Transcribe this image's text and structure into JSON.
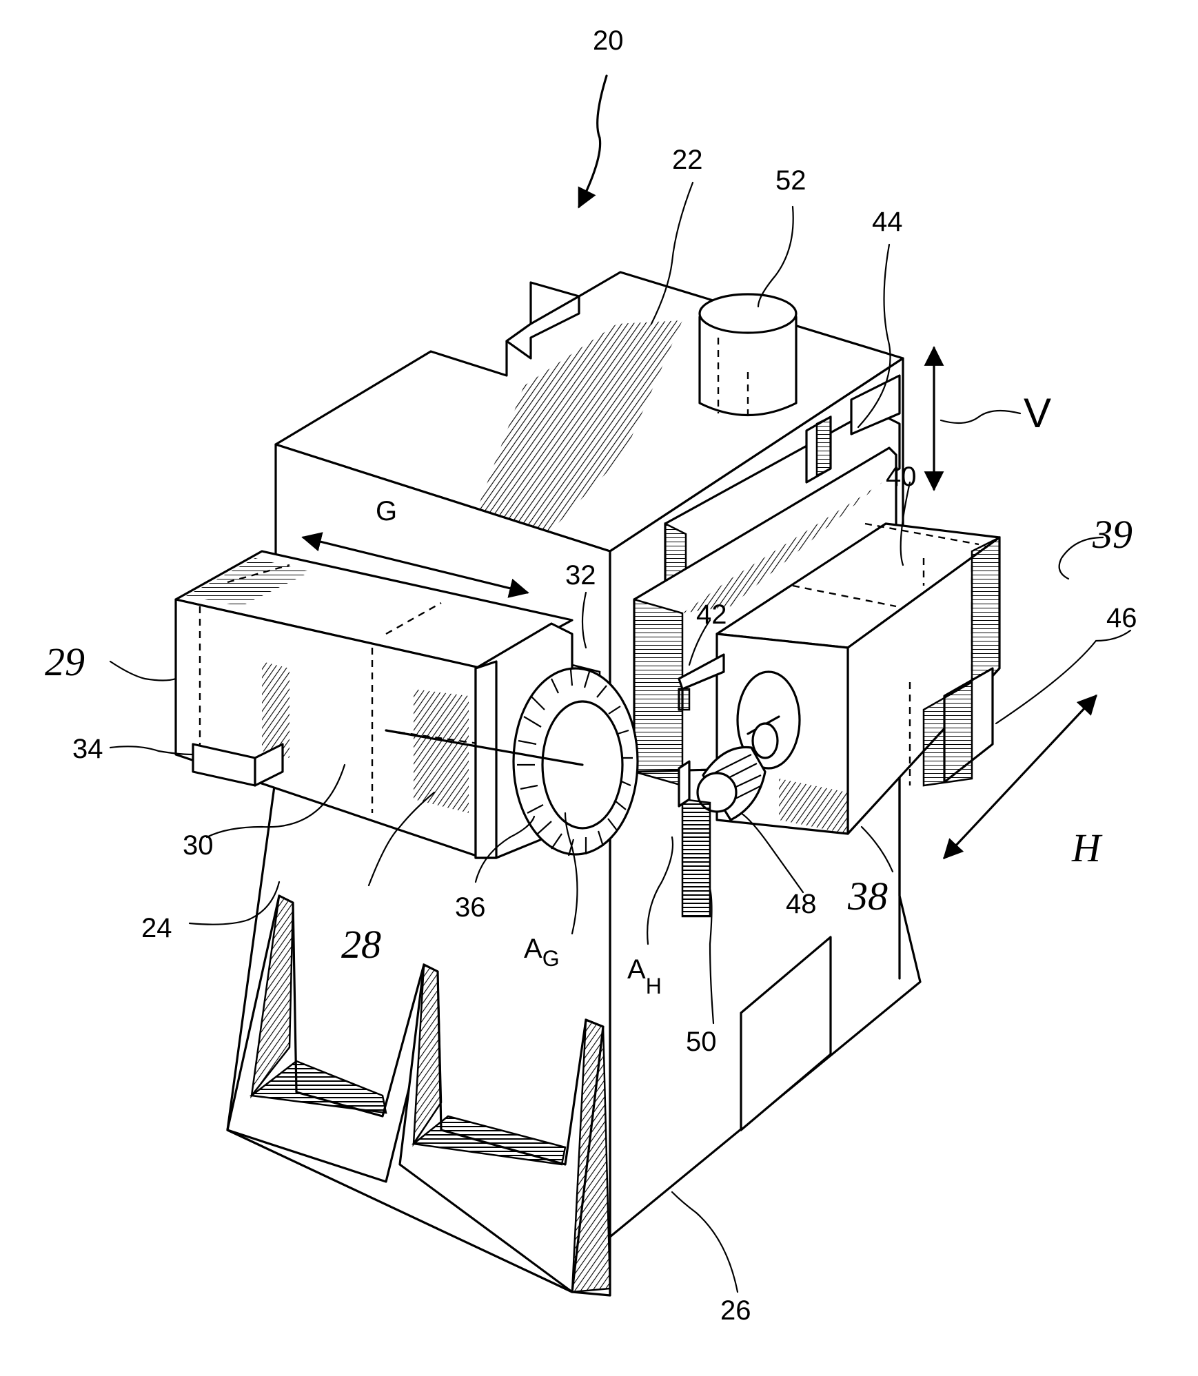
{
  "figure": {
    "reference_numerals": {
      "assembly": "20",
      "upper_frame": "22",
      "left_column": "24",
      "base": "26",
      "gear_housing_outer": "28",
      "gear_carriage": "29",
      "gear_housing_inner": "30",
      "gear_bracket": "32",
      "gear_slide": "34",
      "ring_gear": "36",
      "pinion_housing": "38",
      "pinion_carriage": "39",
      "pinion_cover": "40",
      "tab": "42",
      "vertical_slide": "44",
      "pinion_slide": "46",
      "pinion": "48",
      "rack": "50",
      "motor": "52"
    },
    "axis_labels": {
      "gear_axis": {
        "base": "A",
        "sub": "G"
      },
      "pinion_axis": {
        "base": "A",
        "sub": "H"
      }
    },
    "direction_labels": {
      "gear_travel": "G",
      "vertical_travel": "V",
      "horizontal_travel": "H"
    }
  }
}
